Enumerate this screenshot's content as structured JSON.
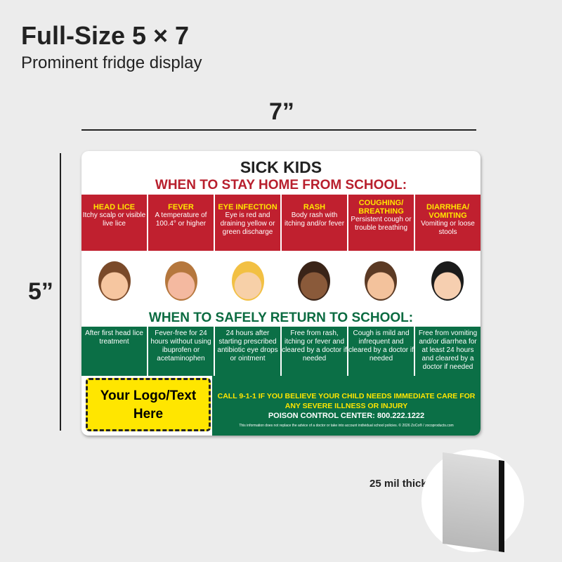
{
  "header": {
    "title": "Full-Size 5 × 7",
    "subtitle": "Prominent fridge display"
  },
  "dimensions": {
    "width": "7”",
    "height": "5”",
    "thickness": "25 mil thick"
  },
  "magnet": {
    "title": "SICK KIDS",
    "stay_home_heading": "WHEN TO STAY HOME FROM SCHOOL:",
    "conditions": [
      {
        "name": "HEAD LICE",
        "desc": "Itchy scalp or visible live lice",
        "return": "After first head lice treatment"
      },
      {
        "name": "FEVER",
        "desc": "A temperature of 100.4° or higher",
        "return": "Fever-free for 24 hours without using ibuprofen or acetaminophen"
      },
      {
        "name": "EYE INFECTION",
        "desc": "Eye is red and draining yellow or green discharge",
        "return": "24 hours after starting prescribed antibiotic eye drops or ointment"
      },
      {
        "name": "RASH",
        "desc": "Body rash with itching and/or fever",
        "return": "Free from rash, itching or fever and cleared by a doctor if needed"
      },
      {
        "name": "COUGHING/ BREATHING",
        "desc": "Persistent cough or trouble breathing",
        "return": "Cough is mild and infrequent and cleared by a doctor if needed"
      },
      {
        "name": "DIARRHEA/ VOMITING",
        "desc": "Vomiting or loose stools",
        "return": "Free from vomiting and/or diarrhea for at least 24 hours and cleared by a doctor if needed"
      }
    ],
    "return_heading": "WHEN TO SAFELY RETURN TO SCHOOL:",
    "logo_placeholder": "Your Logo/Text Here",
    "call_911": "CALL 9-1-1 IF YOU BELIEVE YOUR CHILD NEEDS IMMEDIATE CARE FOR ANY SEVERE ILLNESS OR INJURY",
    "poison_control": "POISON CONTROL CENTER: 800.222.1222",
    "disclaimer": "This information does not replace the advice of a doctor or take into account individual school policies. © 2026 ZoCo® / zocoproducts.com"
  },
  "colors": {
    "red": "#c0202f",
    "green": "#0b6f46",
    "yellow": "#ffe600"
  }
}
